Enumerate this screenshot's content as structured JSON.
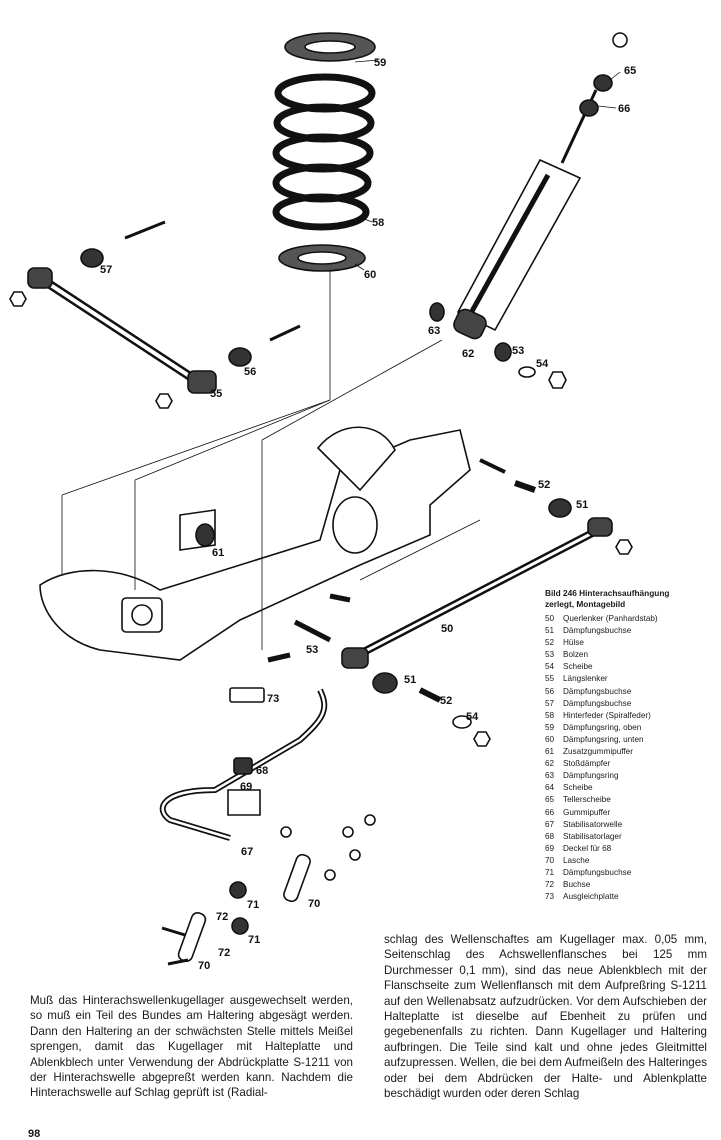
{
  "figure": {
    "caption_line1": "Bild 246  Hinterachsaufhängung",
    "caption_line2": "zerlegt, Montagebild",
    "callouts": {
      "c50": "50",
      "c51a": "51",
      "c51b": "51",
      "c52a": "52",
      "c52b": "52",
      "c53a": "53",
      "c53b": "53",
      "c54a": "54",
      "c54b": "54",
      "c55": "55",
      "c56": "56",
      "c57": "57",
      "c58": "58",
      "c59": "59",
      "c60": "60",
      "c61": "61",
      "c62": "62",
      "c63": "63",
      "c65": "65",
      "c66": "66",
      "c67": "67",
      "c68": "68",
      "c69": "69",
      "c70a": "70",
      "c70b": "70",
      "c71a": "71",
      "c71b": "71",
      "c72a": "72",
      "c72b": "72",
      "c73": "73"
    },
    "legend": [
      {
        "num": "50",
        "text": "Querlenker (Panhardstab)"
      },
      {
        "num": "51",
        "text": "Dämpfungsbuchse"
      },
      {
        "num": "52",
        "text": "Hülse"
      },
      {
        "num": "53",
        "text": "Bolzen"
      },
      {
        "num": "54",
        "text": "Scheibe"
      },
      {
        "num": "55",
        "text": "Längslenker"
      },
      {
        "num": "56",
        "text": "Dämpfungsbuchse"
      },
      {
        "num": "57",
        "text": "Dämpfungsbuchse"
      },
      {
        "num": "58",
        "text": "Hinterfeder (Spiralfeder)"
      },
      {
        "num": "59",
        "text": "Dämpfungsring, oben"
      },
      {
        "num": "60",
        "text": "Dämpfungsring, unten"
      },
      {
        "num": "61",
        "text": "Zusatzgummipuffer"
      },
      {
        "num": "62",
        "text": "Stoßdämpfer"
      },
      {
        "num": "63",
        "text": "Dämpfungsring"
      },
      {
        "num": "64",
        "text": "Scheibe"
      },
      {
        "num": "65",
        "text": "Tellerscheibe"
      },
      {
        "num": "66",
        "text": "Gummipuffer"
      },
      {
        "num": "67",
        "text": "Stabilisatorwelle"
      },
      {
        "num": "68",
        "text": "Stabilisatorlager"
      },
      {
        "num": "69",
        "text": "Deckel für 68"
      },
      {
        "num": "70",
        "text": "Lasche"
      },
      {
        "num": "71",
        "text": "Dämpfungsbuchse"
      },
      {
        "num": "72",
        "text": "Buchse"
      },
      {
        "num": "73",
        "text": "Ausgleichplatte"
      }
    ]
  },
  "text": {
    "left_column": "Muß das Hinterachswellenkugellager ausgewechselt werden, so muß ein Teil des Bundes am Haltering abgesägt werden. Dann den Haltering an der schwächsten Stelle mittels Meißel sprengen, damit das Kugellager mit Halteplatte und Ablenkblech unter Verwendung der Abdrückplatte S-1211 von der Hinterachswelle abgepreßt werden kann. Nachdem die Hinterachswelle auf Schlag geprüft ist (Radial-",
    "right_column": "schlag des Wellenschaftes am Kugellager max. 0,05 mm, Seitenschlag des Achswellenflansches bei 125 mm Durchmesser 0,1 mm), sind das neue Ablenkblech mit der Flanschseite zum Wellenflansch mit dem Aufpreßring S-1211 auf den Wellenabsatz aufzudrücken. Vor dem Aufschieben der Halteplatte ist dieselbe auf Ebenheit zu prüfen und gegebenenfalls zu richten. Dann Kugellager und Haltering aufbringen. Die Teile sind kalt und ohne jedes Gleitmittel aufzupressen. Wellen, die bei dem Aufmeißeln des Halteringes oder bei dem Abdrücken der Halte- und Ablenkplatte beschädigt wurden oder deren Schlag"
  },
  "page_number": "98"
}
